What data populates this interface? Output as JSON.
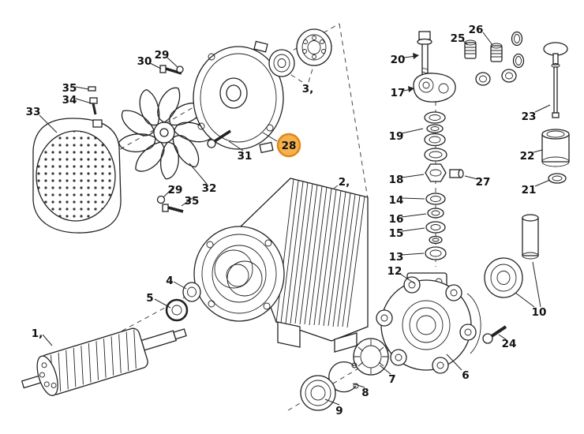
{
  "diagram": {
    "background_color": "#ffffff",
    "line_color": "#222222",
    "highlight": {
      "label": "28",
      "fill": "#f6a93b",
      "stroke": "#dd7a00"
    },
    "callouts": [
      {
        "text": "33"
      },
      {
        "text": "35"
      },
      {
        "text": "34"
      },
      {
        "text": "30"
      },
      {
        "text": "29"
      },
      {
        "text": "32"
      },
      {
        "text": "29"
      },
      {
        "text": "35"
      },
      {
        "text": "31"
      },
      {
        "text": "28"
      },
      {
        "text": "3,"
      },
      {
        "text": "2,"
      },
      {
        "text": "4"
      },
      {
        "text": "5"
      },
      {
        "text": "1,"
      },
      {
        "text": "9"
      },
      {
        "text": "8"
      },
      {
        "text": "7"
      },
      {
        "text": "6"
      },
      {
        "text": "12"
      },
      {
        "text": "13"
      },
      {
        "text": "15"
      },
      {
        "text": "16"
      },
      {
        "text": "14"
      },
      {
        "text": "18"
      },
      {
        "text": "19"
      },
      {
        "text": "17"
      },
      {
        "text": "20"
      },
      {
        "text": "25"
      },
      {
        "text": "26"
      },
      {
        "text": "23"
      },
      {
        "text": "22"
      },
      {
        "text": "21"
      },
      {
        "text": "27"
      },
      {
        "text": "10"
      },
      {
        "text": "24"
      }
    ]
  }
}
